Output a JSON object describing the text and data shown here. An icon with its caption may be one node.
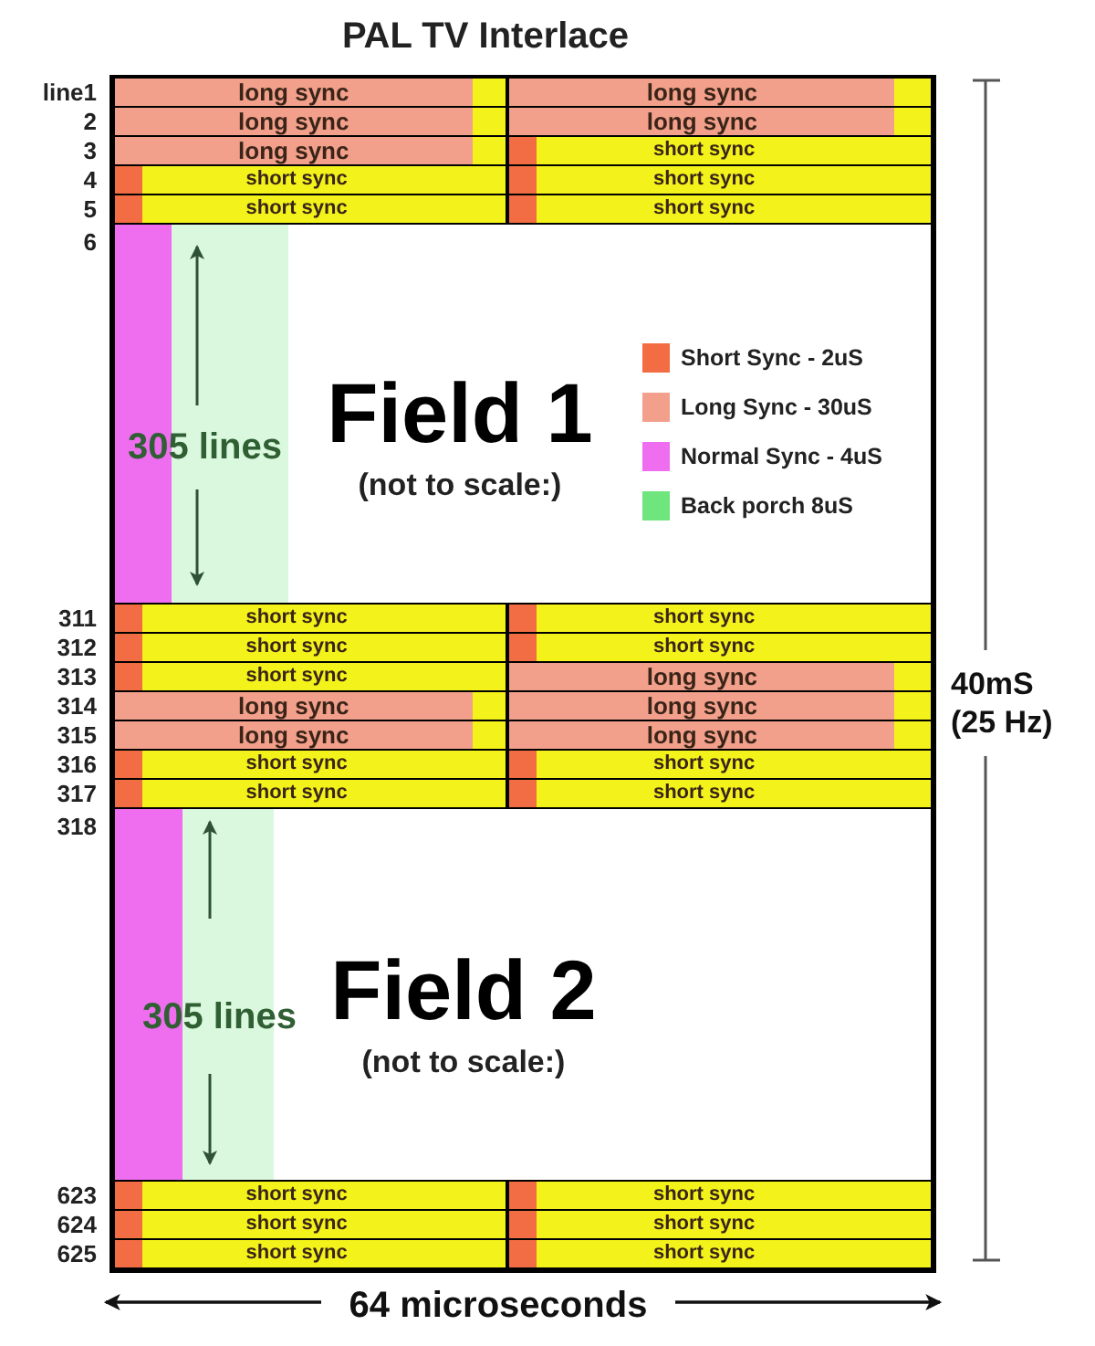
{
  "diagram": {
    "title": "PAL TV Interlace",
    "nodes": [
      {
        "text": [],
        "shape": "bar",
        "beside": [
          "line1"
        ]
      },
      {
        "text": [
          "long sync"
        ],
        "in": 0
      },
      {
        "text": [],
        "shape": "bar",
        "in": 0
      },
      {
        "text": [
          "long sync"
        ],
        "in": 0
      },
      {
        "text": [],
        "shape": "bar",
        "in": 0
      },
      {
        "text": [],
        "shape": "bar",
        "beside": [
          "2"
        ]
      },
      {
        "text": [
          "long sync"
        ],
        "in": 5
      },
      {
        "text": [],
        "shape": "bar",
        "in": 5
      },
      {
        "text": [
          "long sync"
        ],
        "in": 5
      },
      {
        "text": [],
        "shape": "bar",
        "in": 5
      },
      {
        "text": [],
        "shape": "bar",
        "beside": [
          "3"
        ]
      },
      {
        "text": [
          "long sync"
        ],
        "in": 10
      },
      {
        "text": [],
        "shape": "bar",
        "in": 10
      },
      {
        "text": [],
        "shape": "box",
        "in": 10
      },
      {
        "text": [
          "short sync"
        ],
        "in": 10
      },
      {
        "text": [],
        "shape": "bar",
        "beside": [
          "4"
        ]
      },
      {
        "text": [],
        "shape": "box",
        "in": 15
      },
      {
        "text": [
          "short sync"
        ],
        "in": 15
      },
      {
        "text": [],
        "shape": "box",
        "in": 15
      },
      {
        "text": [
          "short sync"
        ],
        "in": 15
      },
      {
        "text": [],
        "shape": "bar",
        "beside": [
          "5"
        ]
      },
      {
        "text": [],
        "shape": "box",
        "in": 20
      },
      {
        "text": [
          "short sync"
        ],
        "in": 20
      },
      {
        "text": [],
        "shape": "box",
        "in": 20
      },
      {
        "text": [
          "short sync"
        ],
        "in": 20
      },
      {
        "text": [
          "Field 1",
          "(not to scale:)",
          "305 lines"
        ],
        "beside": [
          "6"
        ]
      },
      {
        "text": [],
        "shape": "bar",
        "beside": [
          "311"
        ]
      },
      {
        "text": [],
        "shape": "box",
        "in": 26
      },
      {
        "text": [
          "short sync"
        ],
        "in": 26
      },
      {
        "text": [],
        "shape": "box",
        "in": 26
      },
      {
        "text": [
          "short sync"
        ],
        "in": 26
      },
      {
        "text": [],
        "shape": "bar",
        "beside": [
          "312"
        ]
      },
      {
        "text": [],
        "shape": "box",
        "in": 31
      },
      {
        "text": [
          "short sync"
        ],
        "in": 31
      },
      {
        "text": [],
        "shape": "box",
        "in": 31
      },
      {
        "text": [
          "short sync"
        ],
        "in": 31
      },
      {
        "text": [],
        "shape": "bar",
        "beside": [
          "313"
        ]
      },
      {
        "text": [],
        "shape": "box",
        "in": 36
      },
      {
        "text": [
          "short sync"
        ],
        "in": 36
      },
      {
        "text": [
          "long sync"
        ],
        "in": 36
      },
      {
        "text": [],
        "shape": "bar",
        "in": 36
      },
      {
        "text": [],
        "shape": "bar",
        "beside": [
          "314"
        ]
      },
      {
        "text": [
          "long sync"
        ],
        "in": 41
      },
      {
        "text": [],
        "shape": "bar",
        "in": 41
      },
      {
        "text": [
          "long sync"
        ],
        "in": 41
      },
      {
        "text": [],
        "shape": "bar",
        "in": 41
      },
      {
        "text": [],
        "shape": "bar",
        "beside": [
          "315"
        ]
      },
      {
        "text": [
          "long sync"
        ],
        "in": 46
      },
      {
        "text": [],
        "shape": "bar",
        "in": 46
      },
      {
        "text": [
          "long sync"
        ],
        "in": 46
      },
      {
        "text": [],
        "shape": "bar",
        "in": 46
      },
      {
        "text": [],
        "shape": "bar",
        "beside": [
          "316"
        ]
      },
      {
        "text": [],
        "shape": "box",
        "in": 51
      },
      {
        "text": [
          "short sync"
        ],
        "in": 51
      },
      {
        "text": [],
        "shape": "box",
        "in": 51
      },
      {
        "text": [
          "short sync"
        ],
        "in": 51
      },
      {
        "text": [],
        "shape": "bar",
        "beside": [
          "317"
        ]
      },
      {
        "text": [],
        "shape": "box",
        "in": 56
      },
      {
        "text": [
          "short sync"
        ],
        "in": 56
      },
      {
        "text": [],
        "shape": "box",
        "in": 56
      },
      {
        "text": [
          "short sync"
        ],
        "in": 56
      },
      {
        "text": [
          "Field 2",
          "(not to scale:)",
          "305 lines"
        ],
        "beside": [
          "318"
        ]
      },
      {
        "text": [],
        "shape": "bar",
        "beside": [
          "623"
        ]
      },
      {
        "text": [],
        "shape": "box",
        "in": 62
      },
      {
        "text": [
          "short sync"
        ],
        "in": 62
      },
      {
        "text": [],
        "shape": "box",
        "in": 62
      },
      {
        "text": [
          "short sync"
        ],
        "in": 62
      },
      {
        "text": [],
        "shape": "bar",
        "beside": [
          "624"
        ]
      },
      {
        "text": [],
        "shape": "box",
        "in": 67
      },
      {
        "text": [
          "short sync"
        ],
        "in": 67
      },
      {
        "text": [],
        "shape": "box",
        "in": 67
      },
      {
        "text": [
          "short sync"
        ],
        "in": 67
      },
      {
        "text": [],
        "shape": "bar",
        "beside": [
          "625"
        ]
      },
      {
        "text": [],
        "shape": "box",
        "in": 72
      },
      {
        "text": [
          "short sync"
        ],
        "in": 72
      },
      {
        "text": [],
        "shape": "box",
        "in": 72
      },
      {
        "text": [
          "short sync"
        ],
        "in": 72
      }
    ],
    "labels": [
      "64 microseconds",
      "40mS (25 Hz)"
    ],
    "legend": [
      {
        "text": "Short Sync - 2uS",
        "color": "#f26d43"
      },
      {
        "text": "Long Sync - 30uS",
        "color": "#f2a08b"
      },
      {
        "text": "Normal Sync - 4uS",
        "color": "#ef6def"
      },
      {
        "text": "Back porch 8uS",
        "color": "#6fe57e"
      }
    ]
  }
}
